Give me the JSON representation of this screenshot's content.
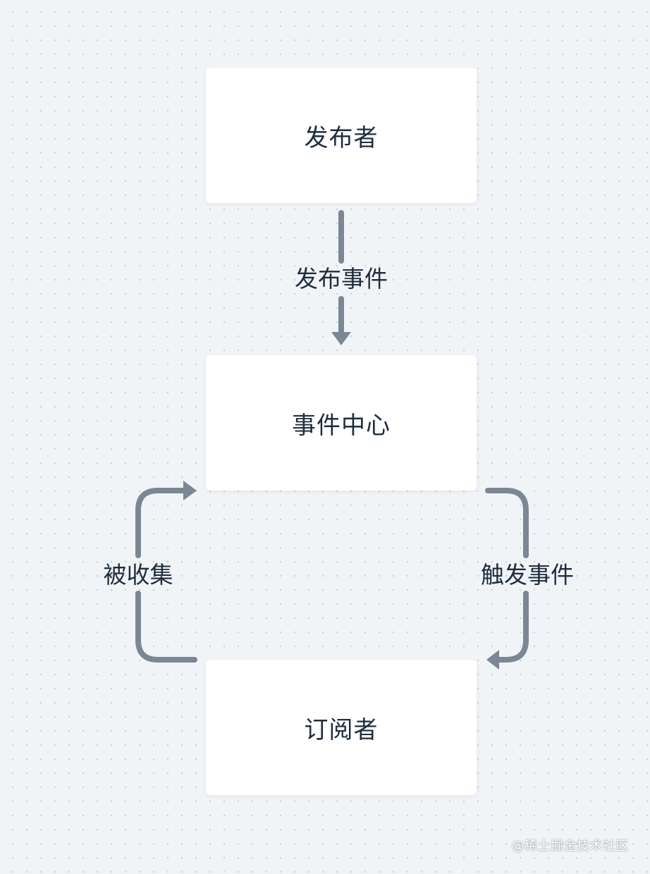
{
  "diagram": {
    "nodes": {
      "publisher": "发布者",
      "center": "事件中心",
      "subscriber": "订阅者"
    },
    "edges": {
      "publish": "发布事件",
      "collect": "被收集",
      "trigger": "触发事件"
    },
    "colors": {
      "arrow": "#7b8794",
      "node_fill": "#ffffff",
      "text": "#1f2d3d",
      "canvas": "#f1f4f7"
    }
  },
  "watermark": "@稀土掘金技术社区"
}
